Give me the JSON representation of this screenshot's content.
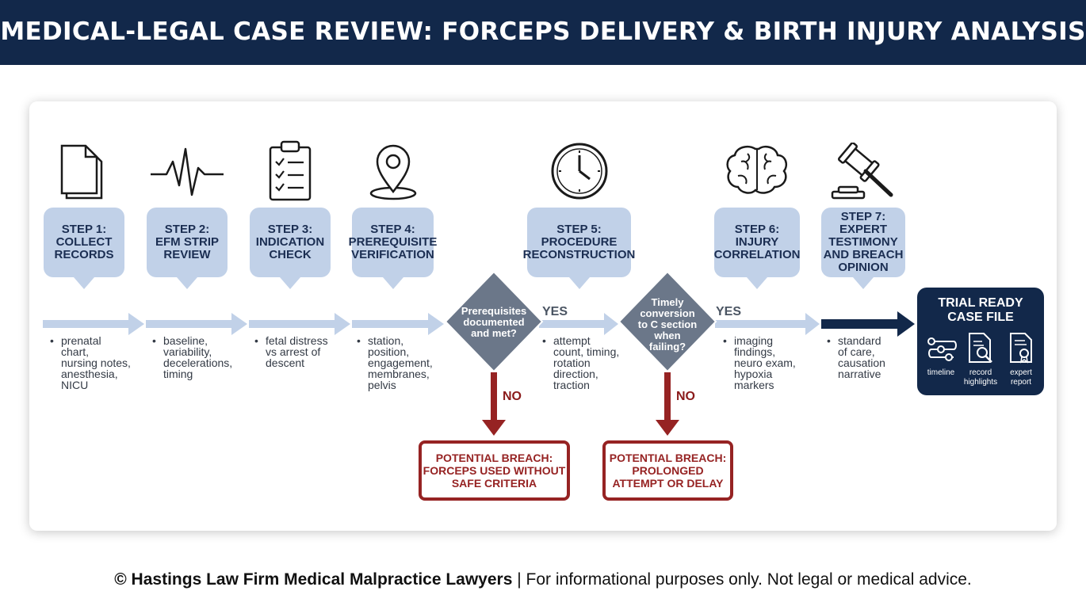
{
  "header": {
    "title": "MEDICAL-LEGAL CASE REVIEW: FORCEPS DELIVERY & BIRTH INJURY ANALYSIS"
  },
  "steps": [
    {
      "lines": [
        "STEP 1:",
        "COLLECT",
        "RECORDS"
      ],
      "bullet": "prenatal\nchart,\nnursing notes,\nanesthesia,\nNICU",
      "icon": "document-icon"
    },
    {
      "lines": [
        "STEP 2:",
        "EFM STRIP",
        "REVIEW"
      ],
      "bullet": "baseline,\nvariability,\ndecelerations,\ntiming",
      "icon": "heartbeat-icon"
    },
    {
      "lines": [
        "STEP 3:",
        "INDICATION",
        "CHECK"
      ],
      "bullet": "fetal distress\nvs arrest of\ndescent",
      "icon": "clipboard-checklist-icon"
    },
    {
      "lines": [
        "STEP 4:",
        "PREREQUISITE",
        "VERIFICATION"
      ],
      "bullet": "station,\nposition,\nengagement,\nmembranes,\npelvis",
      "icon": "location-pin-icon"
    },
    {
      "lines": [
        "STEP 5:",
        "PROCEDURE",
        "RECONSTRUCTION"
      ],
      "bullet": "attempt\ncount, timing,\nrotation\ndirection,\ntraction",
      "icon": "clock-icon"
    },
    {
      "lines": [
        "STEP 6:",
        "INJURY",
        "CORRELATION"
      ],
      "bullet": "imaging\nfindings,\nneuro exam,\nhypoxia\nmarkers",
      "icon": "brain-icon"
    },
    {
      "lines": [
        "STEP 7:",
        "EXPERT",
        "TESTIMONY",
        "AND BREACH",
        "OPINION"
      ],
      "bullet": "standard\nof care,\ncausation\nnarrative",
      "icon": "gavel-icon"
    }
  ],
  "decisions": [
    {
      "text": "Prerequisites\ndocumented\nand met?",
      "yes": "YES",
      "no": "NO",
      "breach": "POTENTIAL BREACH:\nFORCEPS USED WITHOUT\nSAFE CRITERIA"
    },
    {
      "text": "Timely\nconversion\nto C section\nwhen\nfailing?",
      "yes": "YES",
      "no": "NO",
      "breach": "POTENTIAL BREACH:\nPROLONGED\nATTEMPT OR DELAY"
    }
  ],
  "trial": {
    "title": "TRIAL READY\nCASE FILE",
    "items": [
      {
        "label": "timeline",
        "icon": "timeline-icon"
      },
      {
        "label": "record\nhighlights",
        "icon": "magnifier-document-icon"
      },
      {
        "label": "expert\nreport",
        "icon": "certificate-document-icon"
      }
    ]
  },
  "footer": {
    "bold": "© Hastings Law Firm Medical Malpractice Lawyers",
    "rest": " | For informational purposes only. Not legal or medical advice."
  },
  "colors": {
    "navy": "#12284a",
    "bubble": "#c1d1e8",
    "arrow_light": "#c1d1e8",
    "diamond": "#6b7789",
    "breach_red": "#962323"
  }
}
